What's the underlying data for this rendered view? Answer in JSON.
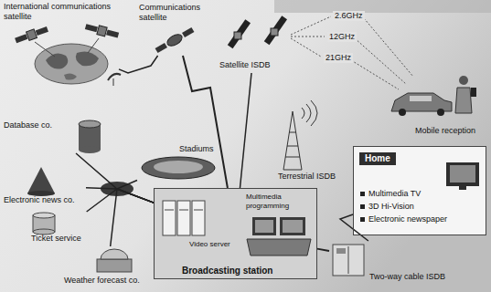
{
  "diagram": {
    "nodes": [
      {
        "text": [
          "International communications satellite"
        ]
      },
      {
        "text": [
          "Communications satellite"
        ]
      },
      {
        "text": [
          "Satellite ISDB"
        ]
      },
      {
        "text": [
          "Mobile reception"
        ]
      },
      {
        "text": [
          "Database co."
        ]
      },
      {
        "text": [
          "Stadiums"
        ]
      },
      {
        "text": [
          "Electronic news co."
        ]
      },
      {
        "text": [
          "Broadcasting station"
        ]
      },
      {
        "text": [
          "Multimedia programming"
        ],
        "in": 7
      },
      {
        "text": [
          "Video server"
        ],
        "in": 7
      },
      {
        "text": [
          "Terrestrial ISDB"
        ]
      },
      {
        "text": [
          "Ticket service"
        ]
      },
      {
        "text": [
          "Weather forecast co."
        ]
      },
      {
        "text": [
          "Home",
          "Multimedia TV",
          "3D Hi-Vision",
          "Electronic newspaper"
        ]
      },
      {
        "text": [
          "Two-way cable ISDB"
        ]
      }
    ],
    "edges": [
      {
        "from": 0,
        "to": 1,
        "arrow": "none"
      },
      {
        "from": 1,
        "to": 7,
        "arrow": "none"
      },
      {
        "from": 7,
        "to": 2,
        "arrow": "none"
      },
      {
        "from": 4,
        "to": 7,
        "arrow": "none"
      },
      {
        "from": 5,
        "to": 7,
        "arrow": "none"
      },
      {
        "from": 6,
        "to": 7,
        "arrow": "none"
      },
      {
        "from": 11,
        "to": 7,
        "arrow": "none"
      },
      {
        "from": 12,
        "to": 7,
        "arrow": "none"
      },
      {
        "from": 7,
        "to": 14,
        "arrow": "none"
      },
      {
        "from": 14,
        "to": 13,
        "arrow": "none"
      }
    ],
    "labels": [
      "2.6GHz",
      "12GHz",
      "21GHz"
    ]
  }
}
